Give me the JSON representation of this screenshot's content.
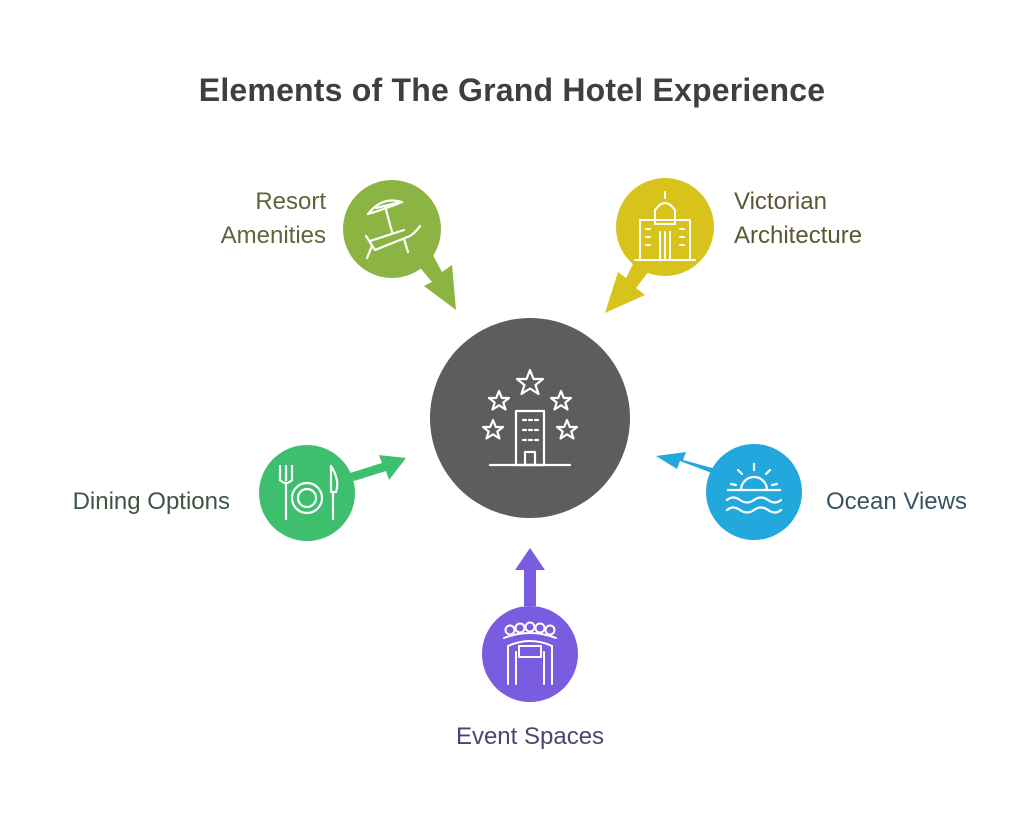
{
  "title": "Elements of The Grand Hotel Experience",
  "center": {
    "icon": "hotel-five-stars-icon",
    "color": "#5d5d5d"
  },
  "nodes": [
    {
      "id": "resort-amenities",
      "label_lines": [
        "Resort",
        "Amenities"
      ],
      "icon": "beach-lounger-umbrella-icon",
      "color": "#8bb443",
      "text_color": "#5e6538"
    },
    {
      "id": "victorian-architecture",
      "label_lines": [
        "Victorian",
        "Architecture"
      ],
      "icon": "historic-building-icon",
      "color": "#d8c31d",
      "text_color": "#5b5734"
    },
    {
      "id": "dining-options",
      "label_lines": [
        "Dining Options"
      ],
      "icon": "fork-plate-knife-icon",
      "color": "#3ebf6e",
      "text_color": "#3d5545"
    },
    {
      "id": "ocean-views",
      "label_lines": [
        "Ocean Views"
      ],
      "icon": "sun-over-waves-icon",
      "color": "#22a8dc",
      "text_color": "#3a5362"
    },
    {
      "id": "event-spaces",
      "label_lines": [
        "Event Spaces"
      ],
      "icon": "event-archway-crowd-icon",
      "color": "#7a5ce0",
      "text_color": "#4a4670"
    }
  ]
}
